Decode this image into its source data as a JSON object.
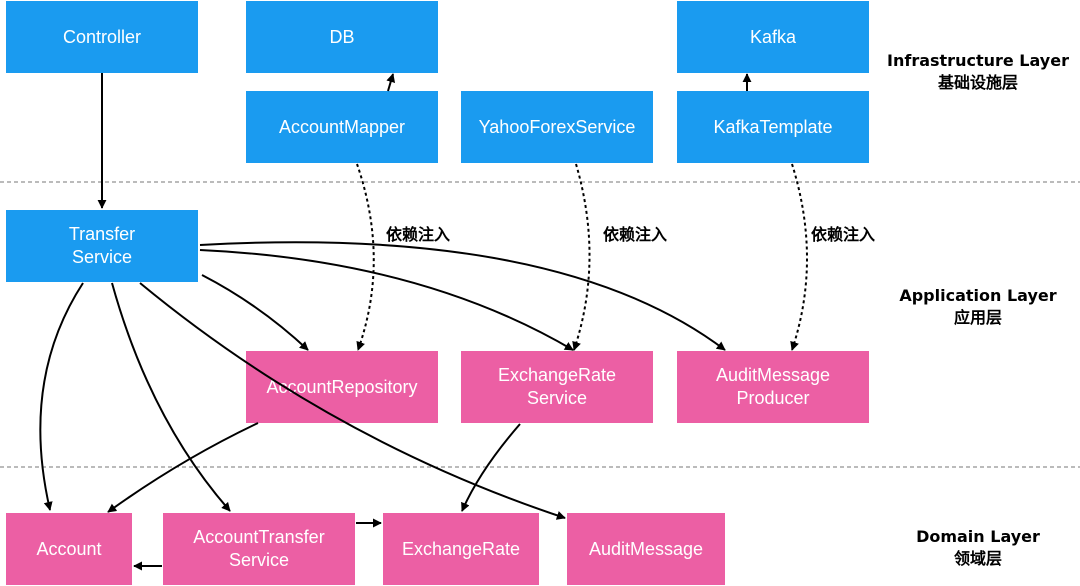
{
  "layers": {
    "infrastructure": {
      "en": "Infrastructure Layer",
      "zh": "基础设施层"
    },
    "application": {
      "en": "Application Layer",
      "zh": "应用层"
    },
    "domain": {
      "en": "Domain Layer",
      "zh": "领域层"
    }
  },
  "nodes": {
    "controller": "Controller",
    "db": "DB",
    "kafka": "Kafka",
    "account_mapper": "AccountMapper",
    "yahoo_forex_service": "YahooForexService",
    "kafka_template": "KafkaTemplate",
    "transfer_service": "Transfer\nService",
    "account_repository": "AccountRepository",
    "exchange_rate_service": "ExchangeRate\nService",
    "audit_message_producer": "AuditMessage\nProducer",
    "account": "Account",
    "account_transfer_service": "AccountTransfer\nService",
    "exchange_rate": "ExchangeRate",
    "audit_message": "AuditMessage"
  },
  "injection_label": "依赖注入",
  "colors": {
    "infrastructure_box": "#1a9bf0",
    "domain_box": "#ec5fa4",
    "arrow": "#000000"
  }
}
